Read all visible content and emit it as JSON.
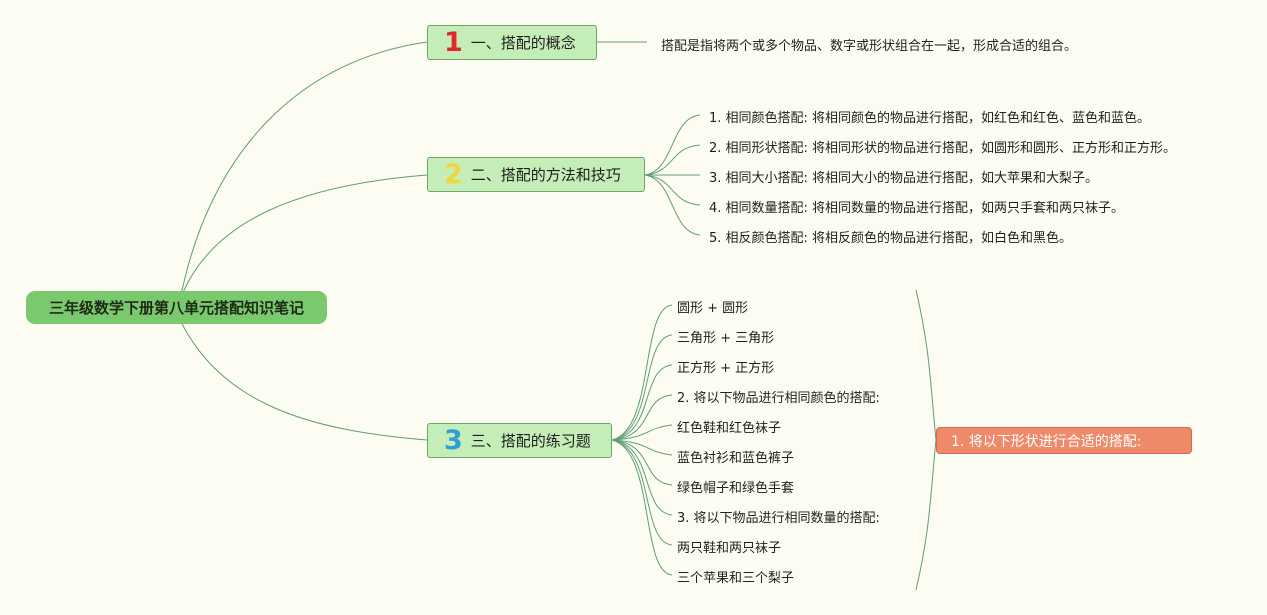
{
  "root": {
    "label": "三年级数学下册第八单元搭配知识笔记"
  },
  "branches": [
    {
      "number": "1",
      "number_color": "#e02828",
      "label": "一、搭配的概念",
      "children": [
        "搭配是指将两个或多个物品、数字或形状组合在一起，形成合适的组合。"
      ]
    },
    {
      "number": "2",
      "number_color": "#f2d640",
      "label": "二、搭配的方法和技巧",
      "children": [
        "1. 相同颜色搭配: 将相同颜色的物品进行搭配，如红色和红色、蓝色和蓝色。",
        "2. 相同形状搭配: 将相同形状的物品进行搭配，如圆形和圆形、正方形和正方形。",
        "3. 相同大小搭配: 将相同大小的物品进行搭配，如大苹果和大梨子。",
        "4. 相同数量搭配: 将相同数量的物品进行搭配，如两只手套和两只袜子。",
        "5. 相反颜色搭配: 将相反颜色的物品进行搭配，如白色和黑色。"
      ]
    },
    {
      "number": "3",
      "number_color": "#2e9fd6",
      "label": "三、搭配的练习题",
      "children": [
        "圆形 + 圆形",
        "三角形 + 三角形",
        "正方形 + 正方形",
        "2. 将以下物品进行相同颜色的搭配:",
        "红色鞋和红色袜子",
        "蓝色衬衫和蓝色裤子",
        "绿色帽子和绿色手套",
        "3. 将以下物品进行相同数量的搭配:",
        "两只鞋和两只袜子",
        "三个苹果和三个梨子"
      ]
    }
  ],
  "summary": {
    "label": "1. 将以下形状进行合适的搭配:"
  },
  "colors": {
    "line": "#5f9e72",
    "root": "#7bc96f",
    "branch": "#c4edb8",
    "summary": "#ee8a6a"
  }
}
